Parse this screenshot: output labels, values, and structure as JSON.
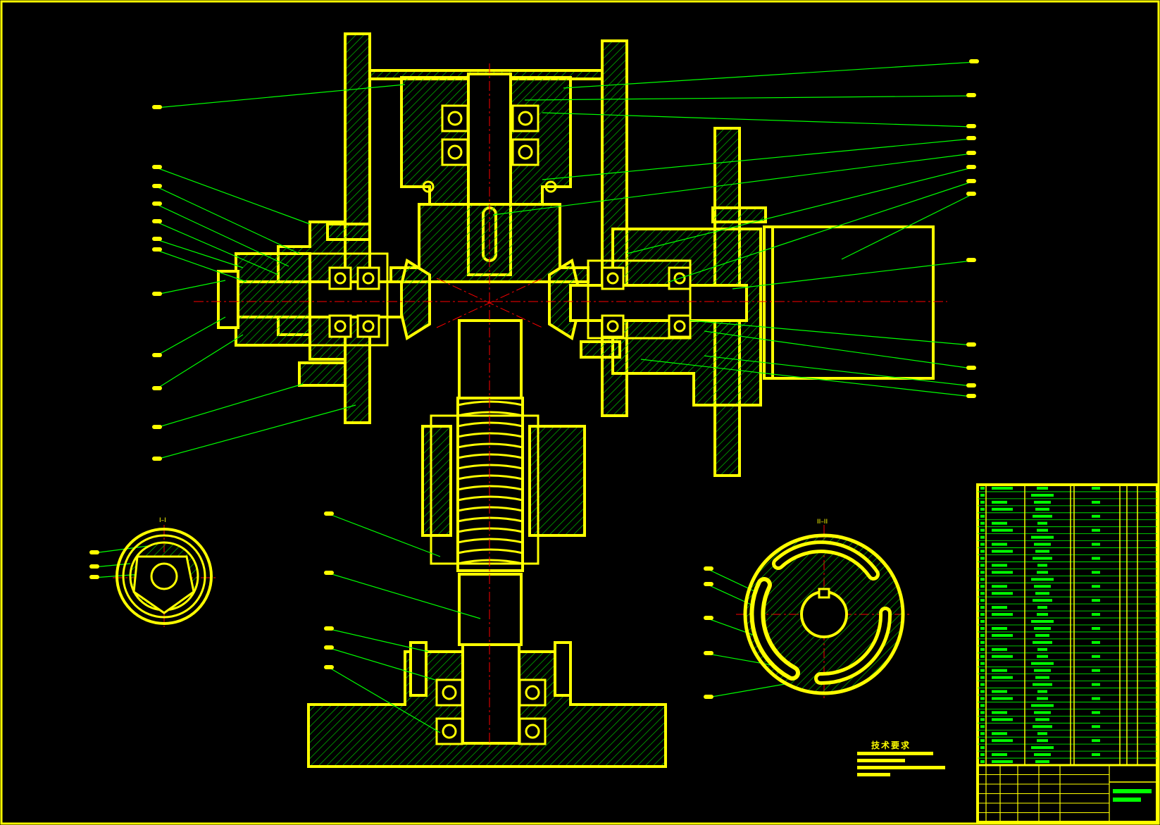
{
  "drawing": {
    "colors": {
      "background": "#000000",
      "outline": "#ffff00",
      "hatch": "#00d000",
      "leader": "#00ff00",
      "centerline": "#ff0000"
    },
    "tech_notes_heading": "技术要求",
    "section_labels": [
      "I–I",
      "II–II"
    ],
    "title_block_rows": 40
  }
}
